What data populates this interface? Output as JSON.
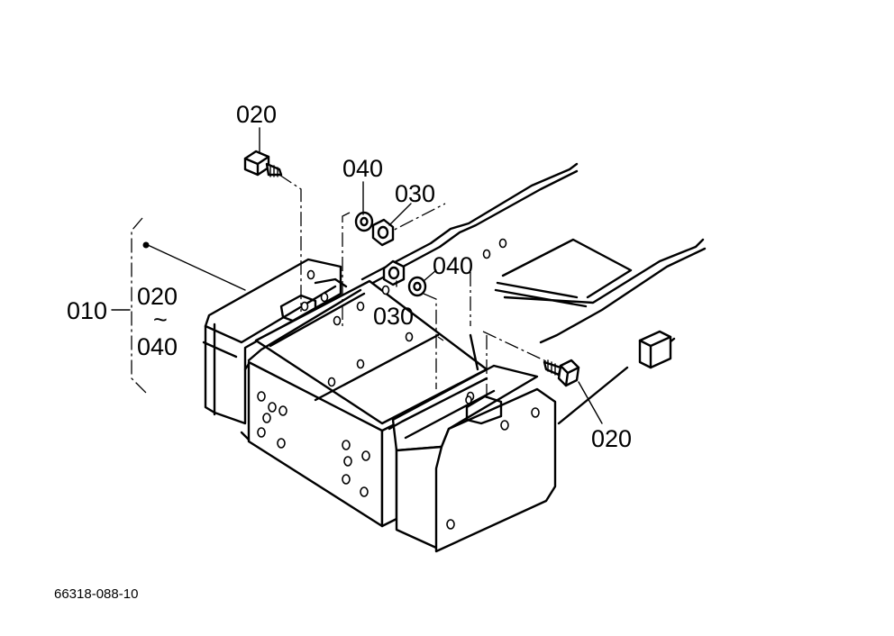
{
  "callouts": {
    "bolt_top": "020",
    "washer_upper": "040",
    "nut_upper": "030",
    "washer_lower": "040",
    "nut_lower": "030",
    "bolt_right": "020",
    "assembly": "010",
    "range_start": "020",
    "range_tilde": "~",
    "range_end": "040"
  },
  "drawing_code": "66318-088-10"
}
